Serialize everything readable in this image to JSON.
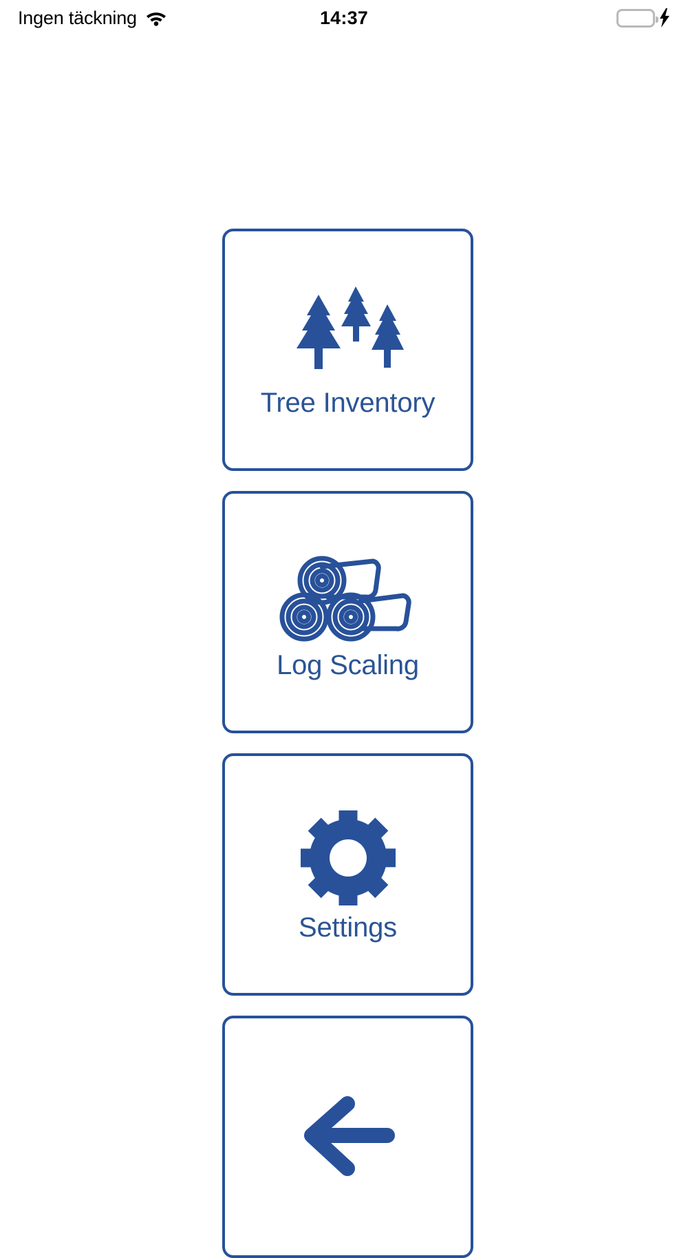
{
  "status_bar": {
    "carrier": "Ingen täckning",
    "wifi_icon": "wifi-icon",
    "time": "14:37",
    "battery_icon": "battery-icon",
    "charging_icon": "lightning-bolt-icon",
    "battery_color": "#4cd364"
  },
  "theme": {
    "accent": "#28519a",
    "label_color": "#2b5494",
    "background": "#ffffff"
  },
  "menu": {
    "items": [
      {
        "id": "tree-inventory",
        "label": "Tree Inventory",
        "icon": "trees-icon"
      },
      {
        "id": "log-scaling",
        "label": "Log Scaling",
        "icon": "log-stack-icon"
      },
      {
        "id": "settings",
        "label": "Settings",
        "icon": "gear-icon"
      },
      {
        "id": "back",
        "label": "",
        "icon": "arrow-left-icon"
      }
    ]
  }
}
